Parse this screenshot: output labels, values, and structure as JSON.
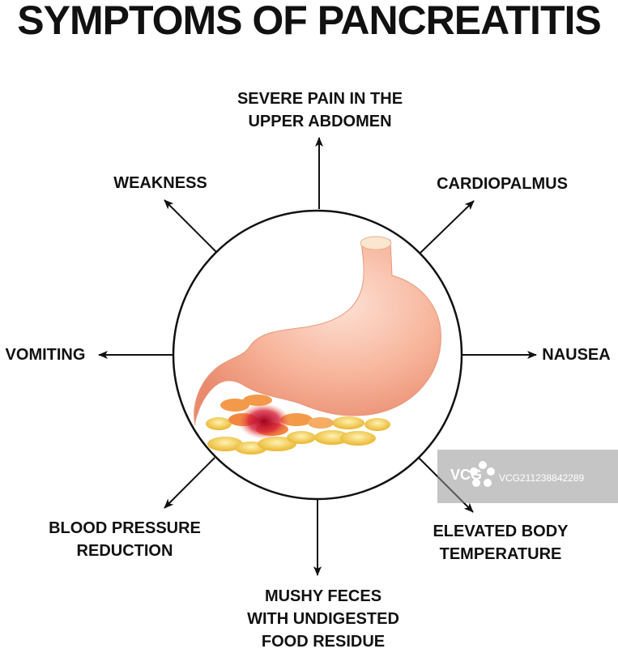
{
  "title": "SYMPTOMS OF PANCREATITIS",
  "symptoms": {
    "top": [
      "SEVERE PAIN IN THE",
      "UPPER ABDOMEN"
    ],
    "top_right": [
      "CARDIOPALMUS"
    ],
    "right": [
      "NAUSEA"
    ],
    "bottom_right": [
      "ELEVATED BODY",
      "TEMPERATURE"
    ],
    "bottom": [
      "MUSHY FECES",
      "WITH UNDIGESTED",
      "FOOD RESIDUE"
    ],
    "bottom_left": [
      "BLOOD PRESSURE",
      "REDUCTION"
    ],
    "left": [
      "VOMITING"
    ],
    "top_left": [
      "WEAKNESS"
    ]
  },
  "watermark": {
    "logo": "VCG",
    "id": "VCG211238842289"
  },
  "colors": {
    "text": "#111111",
    "stomach": "#f5a88c",
    "pancreas": "#f2c447",
    "inflammation": "#c8102e"
  }
}
